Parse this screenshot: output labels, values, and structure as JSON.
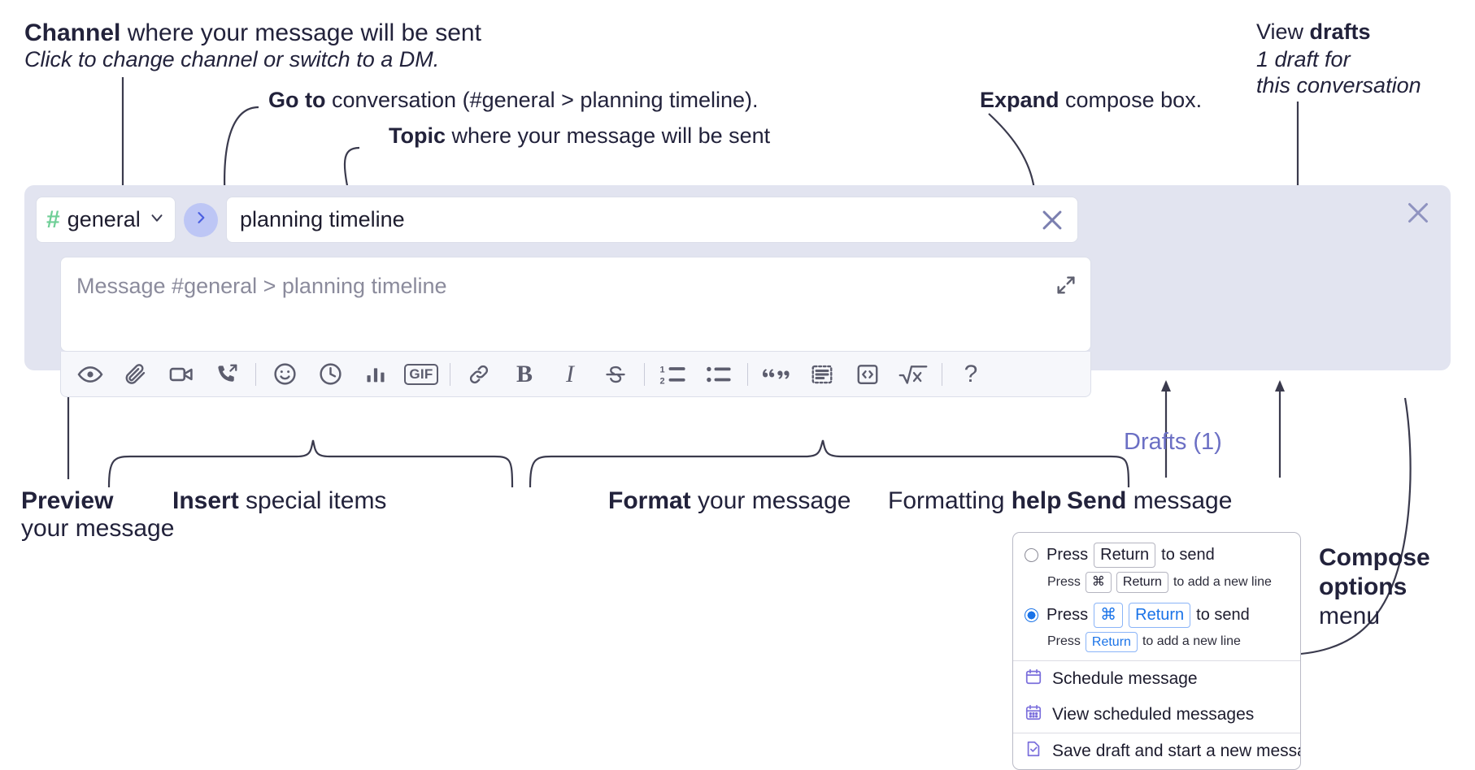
{
  "annotations": {
    "channel": {
      "bold": "Channel",
      "rest": " where your message will be sent",
      "sub": "Click to change channel or switch to a DM."
    },
    "goto": {
      "bold": "Go to",
      "rest": " conversation (#general > planning timeline)."
    },
    "topic": {
      "bold": "Topic",
      "rest": " where your message will be sent"
    },
    "expand": {
      "bold": "Expand",
      "rest": " compose box."
    },
    "drafts": {
      "rest_lead": "View ",
      "bold": "drafts",
      "sub1": "1 draft for",
      "sub2": "this conversation"
    },
    "preview": {
      "bold": "Preview",
      "line2": "your message"
    },
    "insert": {
      "bold": "Insert",
      "rest": " special items"
    },
    "format": {
      "bold": "Format",
      "rest": " your message"
    },
    "help": {
      "lead": "Formatting ",
      "bold": "help"
    },
    "send": {
      "bold": "Send",
      "rest": " message"
    },
    "compose_options": {
      "bold1": "Compose",
      "bold2": "options",
      "line3": "menu"
    }
  },
  "compose": {
    "channel_name": "general",
    "hash_symbol": "#",
    "topic_value": "planning timeline",
    "message_placeholder": "Message #general > planning timeline",
    "drafts_label": "Drafts (1)",
    "toolbar_left": [
      {
        "name": "preview-icon",
        "title": "Preview"
      },
      {
        "name": "attachment-icon",
        "title": "Attach file"
      },
      {
        "name": "video-icon",
        "title": "Record video clip"
      },
      {
        "name": "audio-call-icon",
        "title": "Record audio clip"
      }
    ],
    "toolbar_insert": [
      {
        "name": "emoji-icon",
        "title": "Emoji"
      },
      {
        "name": "clock-icon",
        "title": "Remind"
      },
      {
        "name": "poll-icon",
        "title": "Poll"
      },
      {
        "name": "gif-icon",
        "title": "GIF",
        "label": "GIF"
      }
    ],
    "toolbar_format": [
      {
        "name": "link-icon",
        "title": "Link"
      },
      {
        "name": "bold-icon",
        "title": "Bold",
        "label": "B"
      },
      {
        "name": "italic-icon",
        "title": "Italic",
        "label": "I"
      },
      {
        "name": "strikethrough-icon",
        "title": "Strikethrough"
      }
    ],
    "toolbar_lists": [
      {
        "name": "ordered-list-icon",
        "title": "Ordered list"
      },
      {
        "name": "bulleted-list-icon",
        "title": "Bulleted list"
      }
    ],
    "toolbar_blocks": [
      {
        "name": "blockquote-icon",
        "title": "Blockquote"
      },
      {
        "name": "code-block-icon",
        "title": "Code block"
      },
      {
        "name": "inline-code-icon",
        "title": "Code"
      },
      {
        "name": "math-icon",
        "title": "Math"
      }
    ],
    "help_label": "?",
    "send_icon": "send-icon",
    "kebab_icon": "compose-options-icon",
    "close_icon": "close-icon"
  },
  "options_menu": {
    "radios": [
      {
        "selected": false,
        "main": [
          "Press",
          "Return",
          "to send"
        ],
        "sub": [
          "Press",
          "⌘",
          "Return",
          "to add a new line"
        ]
      },
      {
        "selected": true,
        "main": [
          "Press",
          "⌘",
          "Return",
          "to send"
        ],
        "sub": [
          "Press",
          "Return",
          "to add a new line"
        ]
      }
    ],
    "items": [
      {
        "icon": "calendar-clock-icon",
        "label": "Schedule message"
      },
      {
        "icon": "calendar-grid-icon",
        "label": "View scheduled messages"
      },
      {
        "icon": "save-draft-icon",
        "label": "Save draft and start a new message"
      }
    ]
  },
  "colors": {
    "panel_bg": "#e2e4f0",
    "accent_send": "#5b5bf0",
    "hash_green": "#6fcf97",
    "drafts_purple": "#6b6fc4",
    "go_btn_bg": "#bdc6f5",
    "radio_blue": "#1a73e8"
  }
}
